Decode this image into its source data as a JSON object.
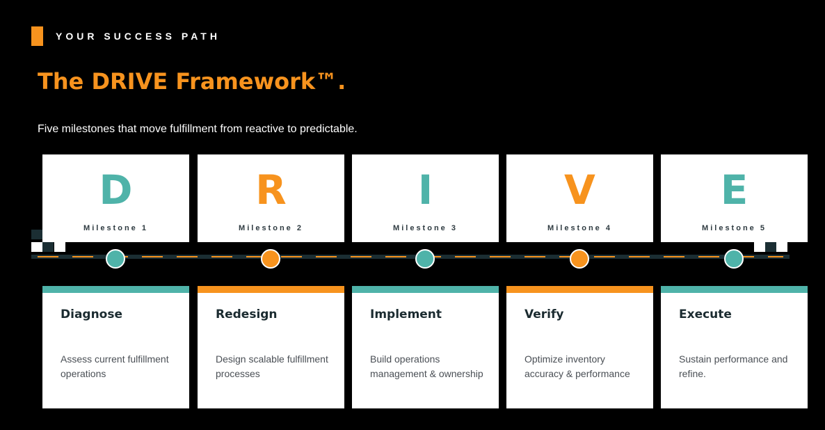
{
  "header": {
    "eyebrow": "YOUR SUCCESS PATH",
    "title": "The DRIVE Framework™.",
    "subtitle": "Five milestones that move fulfillment from reactive to predictable."
  },
  "colors": {
    "accent_orange": "#F7931E",
    "accent_teal": "#4FB3A9",
    "background": "#000000",
    "card": "#FFFFFF",
    "track": "#1B2E33"
  },
  "milestones": [
    {
      "letter": "D",
      "milestone": "Milestone 1",
      "title": "Diagnose",
      "description": "Assess current fulfillment operations",
      "color": "#4FB3A9"
    },
    {
      "letter": "R",
      "milestone": "Milestone 2",
      "title": "Redesign",
      "description": "Design scalable fulfillment processes",
      "color": "#F7931E"
    },
    {
      "letter": "I",
      "milestone": "Milestone 3",
      "title": "Implement",
      "description": "Build operations management & ownership",
      "color": "#4FB3A9"
    },
    {
      "letter": "V",
      "milestone": "Milestone 4",
      "title": "Verify",
      "description": "Optimize inventory accuracy & performance",
      "color": "#F7931E"
    },
    {
      "letter": "E",
      "milestone": "Milestone 5",
      "title": "Execute",
      "description": "Sustain performance and refine.",
      "color": "#4FB3A9"
    }
  ]
}
